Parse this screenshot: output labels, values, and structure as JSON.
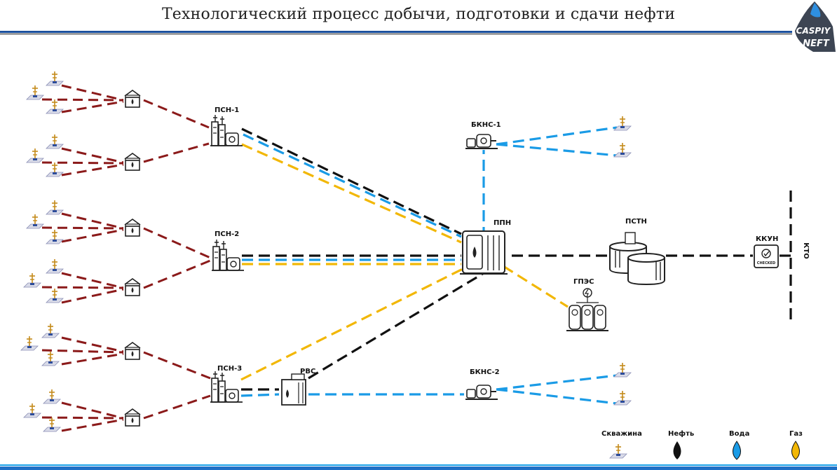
{
  "header": {
    "title": "Технологический процесс добычи, подготовки и сдачи нефти",
    "logo_top": "CASPIY",
    "logo_bottom": "NEFT"
  },
  "nodes": {
    "psn1": "ПСН-1",
    "psn2": "ПСН-2",
    "psn3": "ПСН-3",
    "bkns1": "БКНС-1",
    "bkns2": "БКНС-2",
    "ppn": "ППН",
    "pstn": "ПСТН",
    "gpes": "ГПЭС",
    "kkun": "ККУН",
    "kkun_badge": "CHECKED",
    "rvs": "РВС",
    "kto": "КТО"
  },
  "legend": {
    "well": "Скважина",
    "oil": "Нефть",
    "water": "Вода",
    "gas": "Газ"
  },
  "colors": {
    "well_line": "#8b1a1a",
    "oil": "#111111",
    "water": "#1a9be6",
    "gas": "#f2b705",
    "accent": "#1b4f9c"
  }
}
